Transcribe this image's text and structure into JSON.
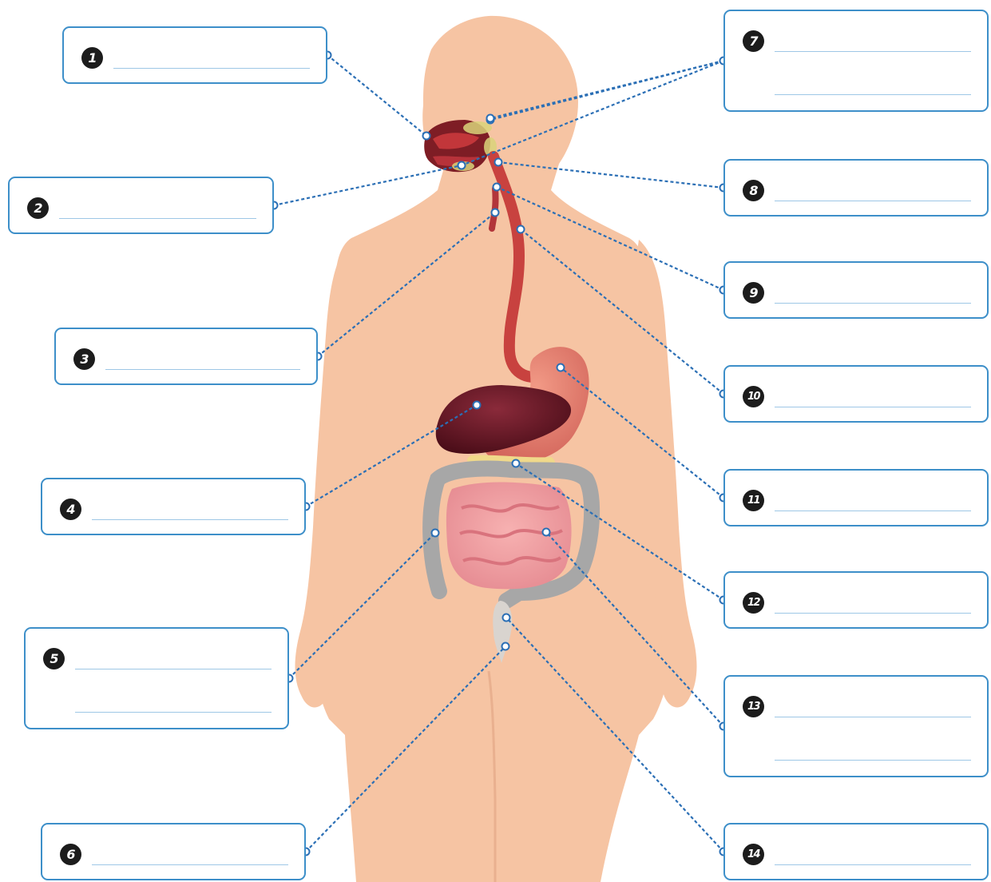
{
  "diagram": {
    "colors": {
      "box_border": "#3d8fc9",
      "leader_line": "#2b6fb5",
      "badge_fill": "#1c1c1c",
      "skin": "#f6c4a3",
      "answer_line": "#9ec7e6"
    },
    "labels": [
      {
        "number": "1",
        "answer": "",
        "answer_lines": 1
      },
      {
        "number": "2",
        "answer": "",
        "answer_lines": 1
      },
      {
        "number": "3",
        "answer": "",
        "answer_lines": 1
      },
      {
        "number": "4",
        "answer": "",
        "answer_lines": 1
      },
      {
        "number": "5",
        "answer": "",
        "answer_lines": 2
      },
      {
        "number": "6",
        "answer": "",
        "answer_lines": 1
      },
      {
        "number": "7",
        "answer": "",
        "answer_lines": 2
      },
      {
        "number": "8",
        "answer": "",
        "answer_lines": 1
      },
      {
        "number": "9",
        "answer": "",
        "answer_lines": 1
      },
      {
        "number": "10",
        "answer": "",
        "answer_lines": 1
      },
      {
        "number": "11",
        "answer": "",
        "answer_lines": 1
      },
      {
        "number": "12",
        "answer": "",
        "answer_lines": 1
      },
      {
        "number": "13",
        "answer": "",
        "answer_lines": 2
      },
      {
        "number": "14",
        "answer": "",
        "answer_lines": 1
      }
    ]
  }
}
